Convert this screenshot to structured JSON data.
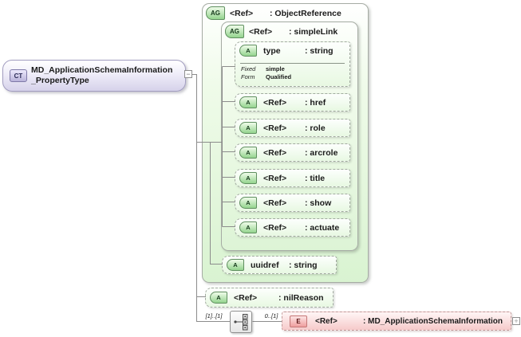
{
  "root_box": {
    "badge": "CT",
    "name_line1": "MD_ApplicationSchemaInformation",
    "name_line2": "_PropertyType"
  },
  "groups": {
    "object_reference": {
      "badge": "AG",
      "ref": "<Ref>",
      "type": ": ObjectReference"
    },
    "simple_link": {
      "badge": "AG",
      "ref": "<Ref>",
      "type": ": simpleLink"
    }
  },
  "attributes": {
    "type": {
      "badge": "A",
      "name": "type",
      "type": ": string",
      "facets": [
        {
          "label": "Fixed",
          "value": "simple"
        },
        {
          "label": "Form",
          "value": "Qualified"
        }
      ]
    },
    "href": {
      "badge": "A",
      "name": "<Ref>",
      "type": ": href"
    },
    "role": {
      "badge": "A",
      "name": "<Ref>",
      "type": ": role"
    },
    "arcrole": {
      "badge": "A",
      "name": "<Ref>",
      "type": ": arcrole"
    },
    "title": {
      "badge": "A",
      "name": "<Ref>",
      "type": ": title"
    },
    "show": {
      "badge": "A",
      "name": "<Ref>",
      "type": ": show"
    },
    "actuate": {
      "badge": "A",
      "name": "<Ref>",
      "type": ": actuate"
    },
    "uuidref": {
      "badge": "A",
      "name": "uuidref",
      "type": ": string"
    },
    "nilreason": {
      "badge": "A",
      "name": "<Ref>",
      "type": ": nilReason"
    }
  },
  "sequence": {
    "cardinality_parent": "[1]..[1]",
    "cardinality_child": "0..[1]"
  },
  "element": {
    "badge": "E",
    "ref": "<Ref>",
    "type": ": MD_ApplicationSchemaInformation"
  },
  "icons": {
    "collapse": "−",
    "expand": "+"
  },
  "colors": {
    "group_fill": "#ddf4d6",
    "complex_type_fill": "#d6d2ea",
    "element_fill": "#f6caca",
    "connector": "#8c8c8c"
  }
}
